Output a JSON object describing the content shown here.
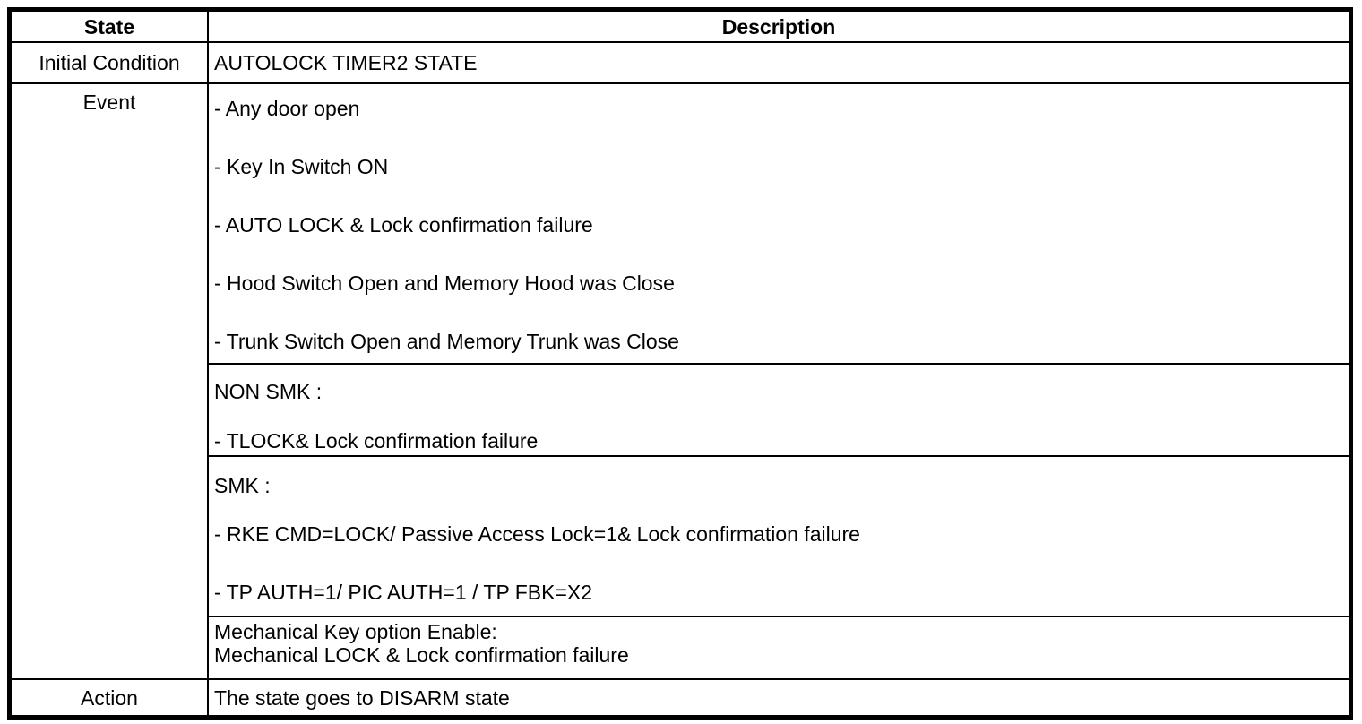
{
  "document": {
    "background_color": "#ffffff",
    "border_color": "#000000",
    "text_color": "#000000"
  },
  "table": {
    "headers": {
      "state": "State",
      "description": "Description"
    },
    "rows": {
      "initial_condition": {
        "state": "Initial Condition",
        "description": "AUTOLOCK TIMER2 STATE"
      },
      "event": {
        "state": "Event",
        "sections": [
          {
            "name": "general",
            "lines": [
              "- Any door open",
              "- Key In Switch ON",
              "- AUTO LOCK & Lock confirmation failure",
              "- Hood Switch Open and Memory Hood was Close",
              "- Trunk Switch Open and Memory Trunk was Close"
            ]
          },
          {
            "name": "non_smk",
            "lines": [
              "NON SMK :",
              "- TLOCK& Lock confirmation failure"
            ]
          },
          {
            "name": "smk",
            "lines": [
              "SMK :",
              "- RKE CMD=LOCK/ Passive Access Lock=1& Lock confirmation failure",
              "- TP AUTH=1/ PIC AUTH=1 / TP FBK=X2"
            ]
          },
          {
            "name": "mechanical_key",
            "lines": [
              "Mechanical Key option Enable:",
              "Mechanical LOCK & Lock confirmation failure"
            ]
          }
        ]
      },
      "action": {
        "state": "Action",
        "description": "The state goes to DISARM state"
      }
    }
  }
}
